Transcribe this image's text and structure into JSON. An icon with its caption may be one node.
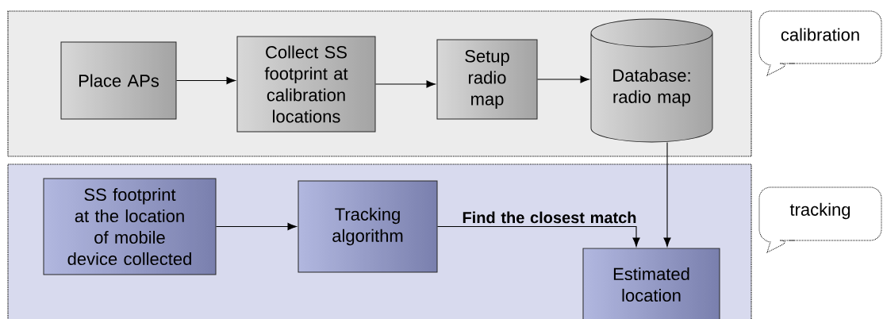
{
  "diagram": {
    "nodes": [
      {
        "text": [],
        "shape": "box"
      },
      {
        "text": [
          "Place APs"
        ],
        "in": 0
      },
      {
        "text": [
          "Collect SS footprint at calibration locations"
        ],
        "in": 0
      },
      {
        "text": [
          "Setup radio map"
        ],
        "in": 0
      },
      {
        "text": [
          "Database: radio map"
        ],
        "in": 0
      },
      {
        "text": [
          "calibration"
        ]
      },
      {
        "text": [],
        "shape": "box"
      },
      {
        "text": [
          "SS footprint at the location of mobile device collected"
        ],
        "in": 6
      },
      {
        "text": [
          "Tracking algorithm"
        ],
        "in": 6
      },
      {
        "text": [
          "Estimated location"
        ],
        "in": 6
      },
      {
        "text": [
          "tracking"
        ]
      }
    ],
    "edges": [
      {
        "from": 1,
        "to": 2,
        "arrow": "to"
      },
      {
        "from": 2,
        "to": 3,
        "arrow": "to"
      },
      {
        "from": 3,
        "to": 4,
        "arrow": "to"
      },
      {
        "from": 7,
        "to": 8,
        "arrow": "to"
      },
      {
        "from": 8,
        "to": 9,
        "arrow": "to",
        "label": "Find the closest match"
      },
      {
        "from": 4,
        "to": 9,
        "arrow": "to"
      }
    ]
  }
}
